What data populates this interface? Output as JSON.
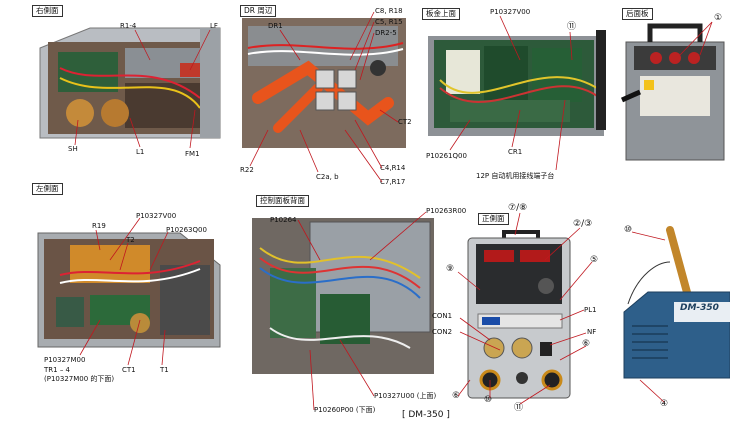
{
  "captions": {
    "right_side": "右側面",
    "dr_area": "DR 周辺",
    "sheet_top": "板金上面",
    "rear": "后面板",
    "left_side": "左側面",
    "control_back": "控制面板背面",
    "front": "正側面"
  },
  "labels": {
    "r1_4": "R1-4",
    "lf": "LF",
    "sh": "SH",
    "l1": "L1",
    "fm1": "FM1",
    "dr1": "DR1",
    "c8_r18": "C8, R18",
    "c5_r15": "C5, R15",
    "dr2_5": "DR2-5",
    "ct2": "CT2",
    "r22": "R22",
    "c2ab": "C2a, b",
    "c4_r14": "C4,R14",
    "c7_r17": "C7,R17",
    "p10327v00_top": "P10327V00",
    "p10261q00": "P10261Q00",
    "cr1": "CR1",
    "terminal_12p": "12P  自动机用接线端子台",
    "r19": "R19",
    "p10327v00_left": "P10327V00",
    "t2": "T2",
    "p10263q00": "P10263Q00",
    "p10327m00": "P10327M00",
    "tr1_4": "TR1 – 4",
    "tr1_4_note": "(P10327M00 的下面)",
    "ct1": "CT1",
    "t1": "T1",
    "p10264": "P10264",
    "p10263r00": "P10263R00",
    "p10327u00": "P10327U00 (上面)",
    "p10260p00": "P10260P00 (下面)",
    "con1": "CON1",
    "con2": "CON2",
    "pl1": "PL1",
    "nf": "NF"
  },
  "markers": {
    "m1": "①",
    "m2_3": "②/③",
    "m4": "④",
    "m5": "⑤",
    "m6": "⑥",
    "m7_8": "⑦/⑧",
    "m9": "⑨",
    "m10": "⑩",
    "m11": "⑪"
  },
  "model": "[ DM-350 ]",
  "nameplate": "DM-350"
}
